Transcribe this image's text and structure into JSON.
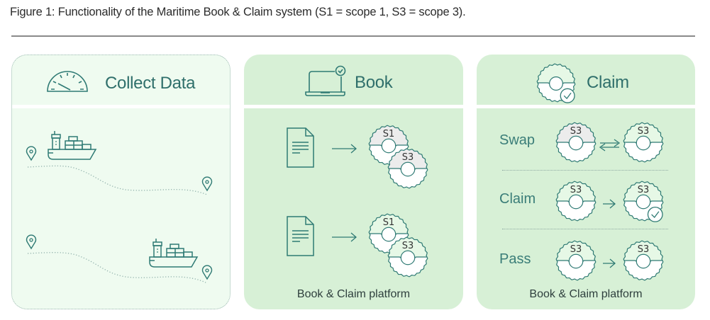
{
  "caption": "Figure 1: Functionality of the Maritime Book & Claim system (S1 = scope 1, S3 = scope 3).",
  "colors": {
    "stroke": "#2f7a74",
    "panel_light": "#effbf0",
    "panel_green": "#d7f0d6",
    "token_grey": "#ececec",
    "token_green": "#e6f8e6"
  },
  "panels": {
    "collect": {
      "title": "Collect Data",
      "icon": "speedometer-icon",
      "scene_icons": [
        "cargo-ship-icon",
        "location-pin-icon",
        "route-dotted-line"
      ]
    },
    "book": {
      "title": "Book",
      "icon": "laptop-check-icon",
      "rows": [
        {
          "from": "document-icon",
          "to_tokens": [
            "S1",
            "S3"
          ],
          "token_fill": "grey"
        },
        {
          "from": "document-icon",
          "to_tokens": [
            "S1",
            "S3"
          ],
          "token_fill": "green"
        }
      ],
      "footer": "Book & Claim platform"
    },
    "claim": {
      "title": "Claim",
      "icon": "token-check-icon",
      "rows": [
        {
          "label": "Swap",
          "left": "S3",
          "right": "S3",
          "arrow": "bidirectional"
        },
        {
          "label": "Claim",
          "left": "S3",
          "right": "S3",
          "arrow": "right",
          "right_checked": true
        },
        {
          "label": "Pass",
          "left": "S3",
          "right": "S3",
          "arrow": "right"
        }
      ],
      "footer": "Book & Claim platform"
    }
  }
}
